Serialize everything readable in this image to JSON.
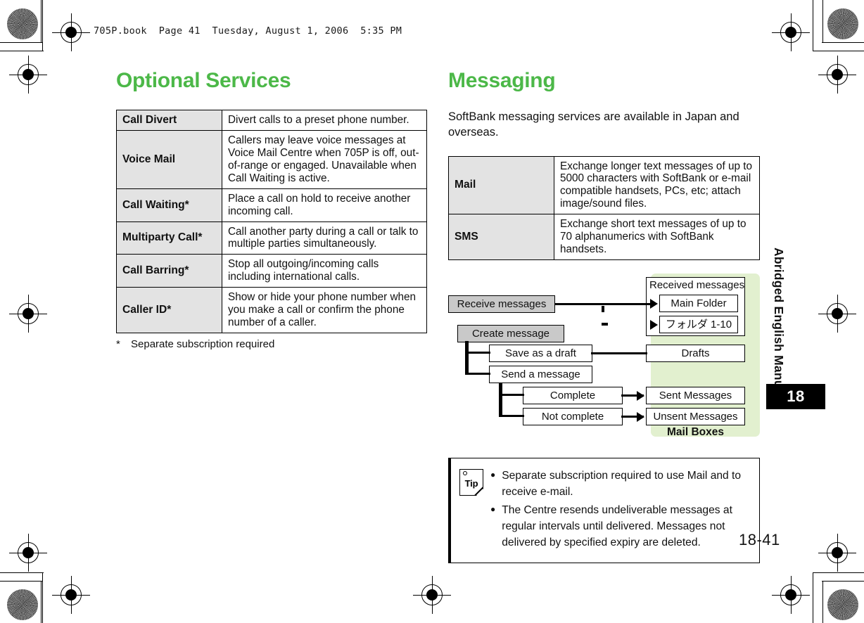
{
  "header": {
    "file_line": "705P.book  Page 41  Tuesday, August 1, 2006  5:35 PM"
  },
  "margin": {
    "vertical_label": "Abridged English Manual",
    "chapter_tab": "18",
    "page_number": "18-41"
  },
  "colors": {
    "heading_green": "#4cb848",
    "panel_green": "#e2f0cf",
    "table_key_gray": "#e3e3e3",
    "diagram_box_gray": "#c9c9c9"
  },
  "left_column": {
    "heading": "Optional Services",
    "table": {
      "rows": [
        {
          "term": "Call Divert",
          "desc": "Divert calls to a preset phone number."
        },
        {
          "term": "Voice Mail",
          "desc": "Callers may leave voice messages at Voice Mail Centre when 705P is off, out-of-range or engaged. Unavailable when Call Waiting is active."
        },
        {
          "term": "Call Waiting*",
          "desc": "Place a call on hold to receive another incoming call."
        },
        {
          "term": "Multiparty Call*",
          "desc": "Call another party during a call or talk to multiple parties simultaneously."
        },
        {
          "term": "Call Barring*",
          "desc": "Stop all outgoing/incoming calls including international calls."
        },
        {
          "term": "Caller ID*",
          "desc": "Show or hide your phone number when you make a call or confirm the phone number of a caller."
        }
      ]
    },
    "footnote_marker": "*",
    "footnote_text": "Separate subscription required"
  },
  "right_column": {
    "heading": "Messaging",
    "intro": "SoftBank messaging services are available in Japan and overseas.",
    "table": {
      "rows": [
        {
          "term": "Mail",
          "desc": "Exchange longer text messages of up to 5000 characters with SoftBank or e-mail compatible handsets, PCs, etc; attach image/sound files."
        },
        {
          "term": "SMS",
          "desc": "Exchange short text messages of up to 70 alphanumerics with SoftBank handsets."
        }
      ]
    },
    "diagram": {
      "panel_title": "Mail Boxes",
      "received_group_label": "Received messages",
      "source_boxes": [
        {
          "label": "Receive messages"
        },
        {
          "label": "Create message"
        }
      ],
      "action_boxes": [
        {
          "label": "Save as a draft"
        },
        {
          "label": "Send a message"
        },
        {
          "label": "Complete"
        },
        {
          "label": "Not complete"
        }
      ],
      "mailbox_boxes": [
        {
          "label": "Main Folder"
        },
        {
          "label": "フォルダ 1-10"
        },
        {
          "label": "Drafts"
        },
        {
          "label": "Sent Messages"
        },
        {
          "label": "Unsent Messages"
        }
      ]
    },
    "tip": {
      "icon_label": "Tip",
      "bullet": "●",
      "items": [
        "Separate subscription required to use Mail and to receive e-mail.",
        "The Centre resends undeliverable messages at regular intervals until delivered. Messages not delivered by specified expiry are deleted."
      ]
    }
  }
}
